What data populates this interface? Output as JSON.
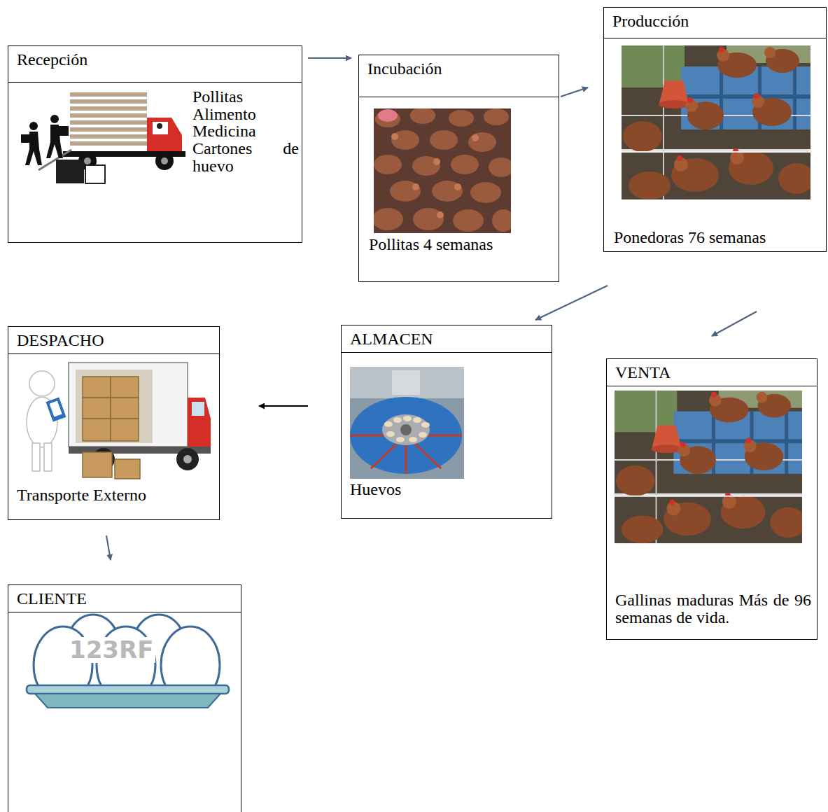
{
  "diagram": {
    "nodes": [
      {
        "text": [
          "Recepción",
          "Pollitas Alimento Medicina Cartones de huevo"
        ]
      },
      {
        "text": [
          "Incubación",
          "Pollitas 4 semanas"
        ]
      },
      {
        "text": [
          "Producción",
          "Ponedoras 76 semanas"
        ]
      },
      {
        "text": [
          "DESPACHO",
          "Transporte Externo"
        ]
      },
      {
        "text": [
          "ALMACEN",
          "Huevos"
        ]
      },
      {
        "text": [
          "VENTA",
          "Gallinas maduras Más de 96 semanas de vida."
        ]
      },
      {
        "text": [
          "CLIENTE"
        ]
      }
    ],
    "edges": [
      {
        "from": 0,
        "to": 1,
        "arrow": "to"
      },
      {
        "from": 1,
        "to": 2,
        "arrow": "to"
      },
      {
        "from": 2,
        "to": 4,
        "arrow": "to"
      },
      {
        "from": 2,
        "to": 5,
        "arrow": "to"
      },
      {
        "from": 4,
        "to": 3,
        "arrow": "to"
      },
      {
        "from": 3,
        "to": 6,
        "arrow": "to"
      }
    ],
    "labels": [
      "123RF"
    ]
  }
}
